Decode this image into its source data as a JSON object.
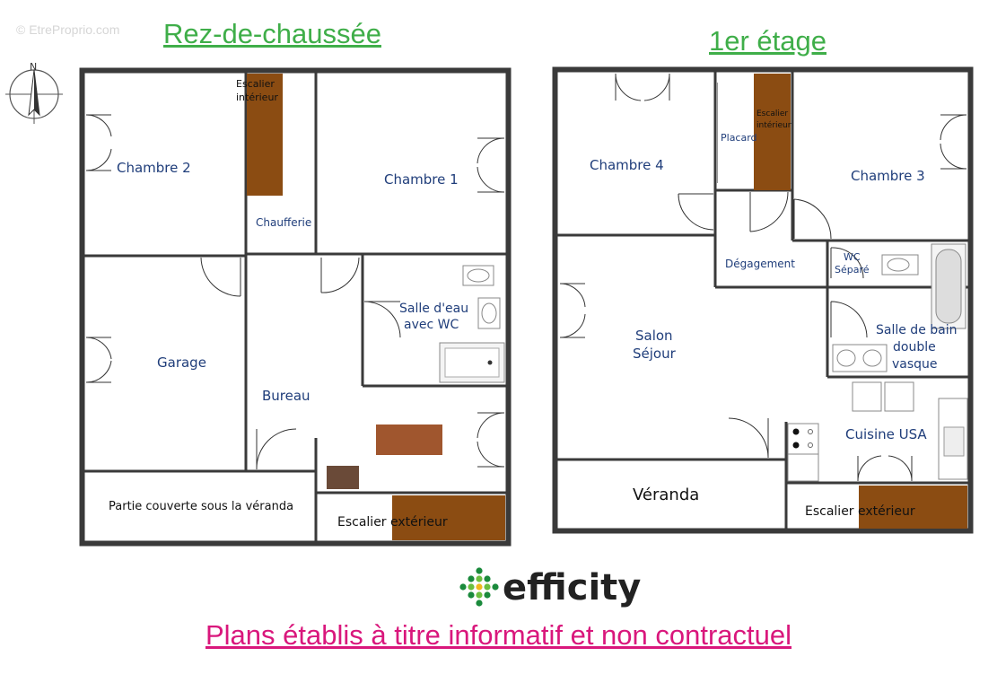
{
  "watermark": "© EtreProprio.com",
  "compass": {
    "north_label": "N"
  },
  "floors": {
    "ground": {
      "title": "Rez-de-chaussée",
      "rooms": {
        "chambre2": "Chambre 2",
        "escalier_interieur": [
          "Escalier",
          "intérieur"
        ],
        "chaufferie": "Chaufferie",
        "chambre1": "Chambre 1",
        "garage": "Garage",
        "bureau": "Bureau",
        "salle_eau": [
          "Salle d'eau",
          "avec WC"
        ],
        "partie_couverte": "Partie couverte sous la véranda",
        "escalier_exterieur": "Escalier extérieur"
      }
    },
    "first": {
      "title": "1er étage",
      "rooms": {
        "chambre4": "Chambre 4",
        "placard": "Placard",
        "escalier_interieur": [
          "Escalier",
          "intérieur"
        ],
        "chambre3": "Chambre 3",
        "degagement": "Dégagement",
        "wc_separe": [
          "WC",
          "Séparé"
        ],
        "salon_sejour": [
          "Salon",
          "Séjour"
        ],
        "salle_de_bain": [
          "Salle de bain",
          "double",
          "vasque"
        ],
        "cuisine": "Cuisine USA",
        "veranda": "Véranda",
        "escalier_exterieur": "Escalier extérieur"
      }
    }
  },
  "brand": {
    "name": "efficity",
    "colors": [
      "#1a8a3c",
      "#6cbf3f",
      "#f2b81e"
    ]
  },
  "footer_note": "Plans établis à titre informatif et non contractuel",
  "colors": {
    "stair_wood": "#8b4c12",
    "desk": "#a0562e",
    "chair": "#6a4a38",
    "label_blue": "#1f3d7a",
    "wall": "#3a3a3a"
  }
}
